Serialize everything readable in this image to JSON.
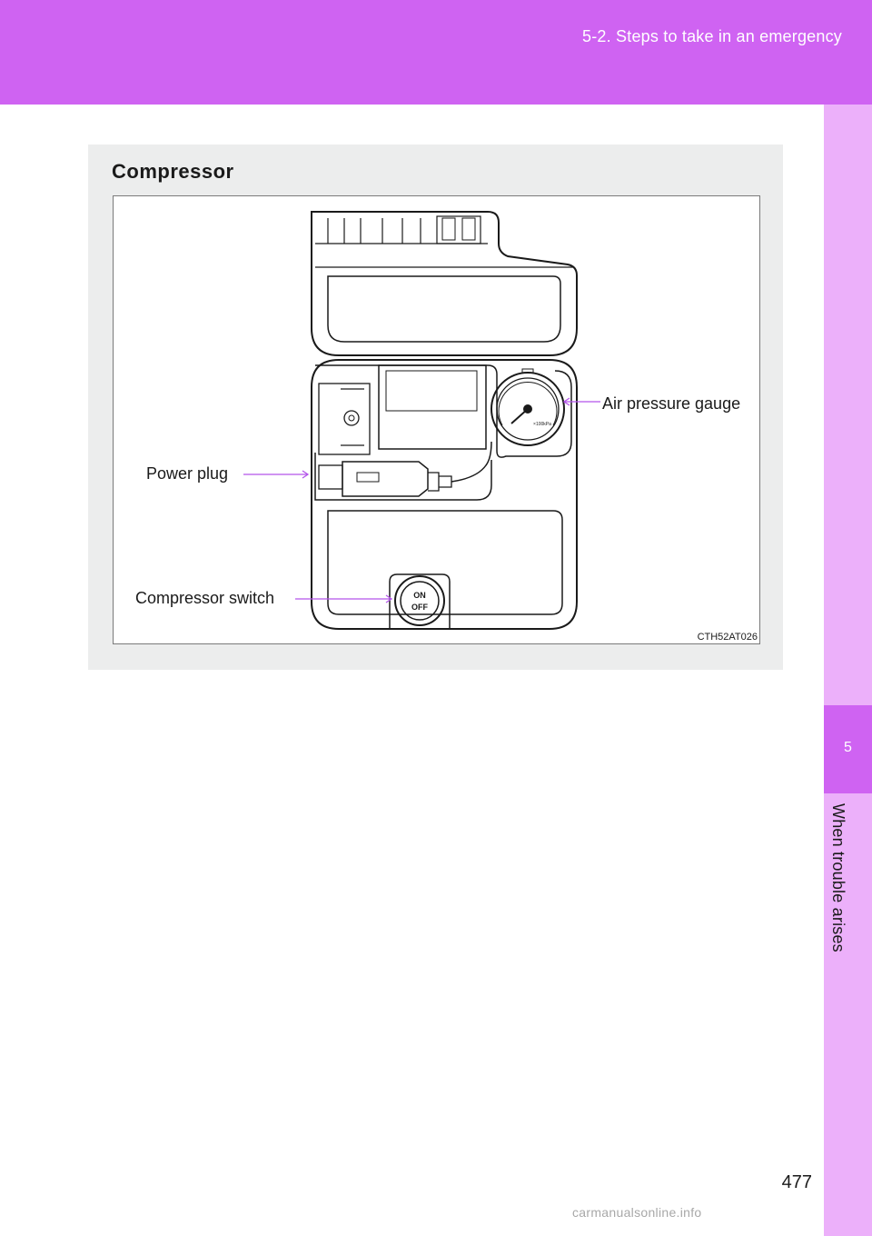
{
  "header": {
    "section_title": "5-2. Steps to take in an emergency"
  },
  "sidebar": {
    "chapter_number": "5",
    "chapter_title": "When trouble arises"
  },
  "panel": {
    "title": "Compressor",
    "figure": {
      "callouts": {
        "air_pressure_gauge": "Air pressure gauge",
        "power_plug": "Power plug",
        "compressor_switch": "Compressor switch"
      },
      "switch_on": "ON",
      "switch_off": "OFF",
      "gauge_unit": "×100kPa",
      "code": "CTH52AT026"
    }
  },
  "footer": {
    "page_number": "477",
    "watermark": "carmanualsonline.info"
  },
  "colors": {
    "header_band": "#cf63f2",
    "side_strip": "#ecb0fa",
    "chapter_tab": "#cf63f2",
    "panel_background": "#eceded",
    "callout_line": "#b455ea"
  }
}
